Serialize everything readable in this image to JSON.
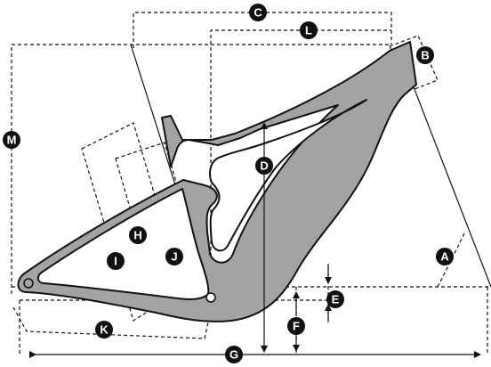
{
  "diagram": {
    "type": "bicycle frame geometry",
    "colors": {
      "frame_fill": "#a3a3a3",
      "line": "#111111",
      "badge_fill": "#111111",
      "badge_text": "#ffffff"
    },
    "labels": {
      "A": "A",
      "B": "B",
      "C": "C",
      "D": "D",
      "E": "E",
      "F": "F",
      "G": "G",
      "H": "H",
      "I": "I",
      "J": "J",
      "K": "K",
      "L": "L",
      "M": "M"
    }
  }
}
